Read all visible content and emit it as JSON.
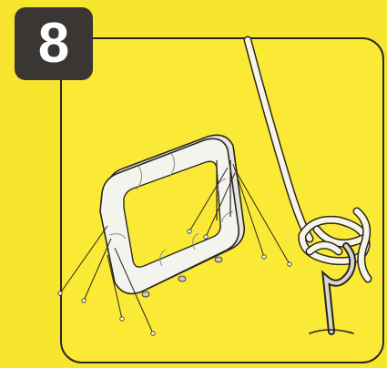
{
  "step": {
    "number": "8"
  },
  "colors": {
    "background": "#f8e62e",
    "badge": "#3a3633",
    "badge_text": "#ffffff",
    "outline": "#2a2620",
    "rope": "#f7f4e6",
    "frame_fill": "#f4f4ee",
    "frame_shadow": "#c9c8c0"
  },
  "illustration": {
    "subject": "wire-frame-with-tension-lines",
    "elements": [
      "rounded-square-frame",
      "guy-lines",
      "rope",
      "knot",
      "hook-post"
    ]
  }
}
